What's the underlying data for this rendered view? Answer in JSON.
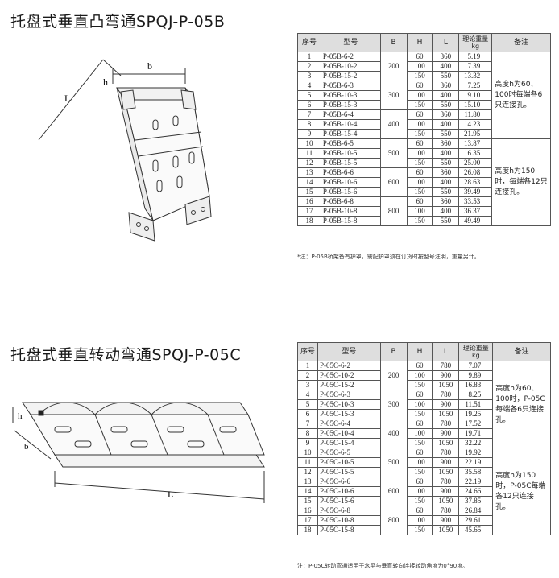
{
  "section1": {
    "title": "托盘式垂直凸弯通SPQJ-P-05B",
    "fig_labels": {
      "L": "L",
      "h": "h",
      "b": "b"
    },
    "headers": {
      "no": "序号",
      "model": "型号",
      "B": "B",
      "H": "H",
      "L": "L",
      "weight": "理论重量kg",
      "note": "备注"
    },
    "groups": [
      {
        "B": "200",
        "rows": [
          {
            "no": "1",
            "model": "P-05B-6-2",
            "H": "60",
            "L": "360",
            "w": "5.19"
          },
          {
            "no": "2",
            "model": "P-05B-10-2",
            "H": "100",
            "L": "400",
            "w": "7.39"
          },
          {
            "no": "3",
            "model": "P-05B-15-2",
            "H": "150",
            "L": "550",
            "w": "13.32"
          }
        ]
      },
      {
        "B": "300",
        "rows": [
          {
            "no": "4",
            "model": "P-05B-6-3",
            "H": "60",
            "L": "360",
            "w": "7.25"
          },
          {
            "no": "5",
            "model": "P-05B-10-3",
            "H": "100",
            "L": "400",
            "w": "9.10"
          },
          {
            "no": "6",
            "model": "P-05B-15-3",
            "H": "150",
            "L": "550",
            "w": "15.10"
          }
        ]
      },
      {
        "B": "400",
        "rows": [
          {
            "no": "7",
            "model": "P-05B-6-4",
            "H": "60",
            "L": "360",
            "w": "11.80"
          },
          {
            "no": "8",
            "model": "P-05B-10-4",
            "H": "100",
            "L": "400",
            "w": "14.23"
          },
          {
            "no": "9",
            "model": "P-05B-15-4",
            "H": "150",
            "L": "550",
            "w": "21.95"
          }
        ]
      },
      {
        "B": "500",
        "rows": [
          {
            "no": "10",
            "model": "P-05B-6-5",
            "H": "60",
            "L": "360",
            "w": "13.87"
          },
          {
            "no": "11",
            "model": "P-05B-10-5",
            "H": "100",
            "L": "400",
            "w": "16.35"
          },
          {
            "no": "12",
            "model": "P-05B-15-5",
            "H": "150",
            "L": "550",
            "w": "25.00"
          }
        ]
      },
      {
        "B": "600",
        "rows": [
          {
            "no": "13",
            "model": "P-05B-6-6",
            "H": "60",
            "L": "360",
            "w": "26.08"
          },
          {
            "no": "14",
            "model": "P-05B-10-6",
            "H": "100",
            "L": "400",
            "w": "28.63"
          },
          {
            "no": "15",
            "model": "P-05B-15-6",
            "H": "150",
            "L": "550",
            "w": "39.49"
          }
        ]
      },
      {
        "B": "800",
        "rows": [
          {
            "no": "16",
            "model": "P-05B-6-8",
            "H": "60",
            "L": "360",
            "w": "33.53"
          },
          {
            "no": "17",
            "model": "P-05B-10-8",
            "H": "100",
            "L": "400",
            "w": "36.37"
          },
          {
            "no": "18",
            "model": "P-05B-15-8",
            "H": "150",
            "L": "550",
            "w": "49.49"
          }
        ]
      }
    ],
    "note_a": "高度h为60、100时每端各6只连接孔。",
    "note_b": "高度h为150时，每端各12只连接孔。",
    "footnote": "*注：P-05B桥架备有护罩，需配护罩须在订货时按型号注明，重量另计。"
  },
  "section2": {
    "title": "托盘式垂直转动弯通SPQJ-P-05C",
    "fig_labels": {
      "L": "L",
      "h": "h",
      "b": "b"
    },
    "headers": {
      "no": "序号",
      "model": "型号",
      "B": "B",
      "H": "H",
      "L": "L",
      "weight": "理论重量kg",
      "note": "备注"
    },
    "groups": [
      {
        "B": "200",
        "rows": [
          {
            "no": "1",
            "model": "P-05C-6-2",
            "H": "60",
            "L": "780",
            "w": "7.07"
          },
          {
            "no": "2",
            "model": "P-05C-10-2",
            "H": "100",
            "L": "900",
            "w": "9.89"
          },
          {
            "no": "3",
            "model": "P-05C-15-2",
            "H": "150",
            "L": "1050",
            "w": "16.83"
          }
        ]
      },
      {
        "B": "300",
        "rows": [
          {
            "no": "4",
            "model": "P-05C-6-3",
            "H": "60",
            "L": "780",
            "w": "8.25"
          },
          {
            "no": "5",
            "model": "P-05C-10-3",
            "H": "100",
            "L": "900",
            "w": "11.51"
          },
          {
            "no": "6",
            "model": "P-05C-15-3",
            "H": "150",
            "L": "1050",
            "w": "19.25"
          }
        ]
      },
      {
        "B": "400",
        "rows": [
          {
            "no": "7",
            "model": "P-05C-6-4",
            "H": "60",
            "L": "780",
            "w": "17.52"
          },
          {
            "no": "8",
            "model": "P-05C-10-4",
            "H": "100",
            "L": "900",
            "w": "19.71"
          },
          {
            "no": "9",
            "model": "P-05C-15-4",
            "H": "150",
            "L": "1050",
            "w": "32.22"
          }
        ]
      },
      {
        "B": "500",
        "rows": [
          {
            "no": "10",
            "model": "P-05C-6-5",
            "H": "60",
            "L": "780",
            "w": "19.92"
          },
          {
            "no": "11",
            "model": "P-05C-10-5",
            "H": "100",
            "L": "900",
            "w": "22.19"
          },
          {
            "no": "12",
            "model": "P-05C-15-5",
            "H": "150",
            "L": "1050",
            "w": "35.58"
          }
        ]
      },
      {
        "B": "600",
        "rows": [
          {
            "no": "13",
            "model": "P-05C-6-6",
            "H": "60",
            "L": "780",
            "w": "22.19"
          },
          {
            "no": "14",
            "model": "P-05C-10-6",
            "H": "100",
            "L": "900",
            "w": "24.66"
          },
          {
            "no": "15",
            "model": "P-05C-15-6",
            "H": "150",
            "L": "1050",
            "w": "37.85"
          }
        ]
      },
      {
        "B": "800",
        "rows": [
          {
            "no": "16",
            "model": "P-05C-6-8",
            "H": "60",
            "L": "780",
            "w": "26.84"
          },
          {
            "no": "17",
            "model": "P-05C-10-8",
            "H": "100",
            "L": "900",
            "w": "29.61"
          },
          {
            "no": "18",
            "model": "P-05C-15-8",
            "H": "150",
            "L": "1050",
            "w": "45.65"
          }
        ]
      }
    ],
    "note_a": "高度h为60、100时，P-05C每端各6只连接孔。",
    "note_b": "高度h为150时，P-05C每端各12只连接孔。",
    "footnote": "注：P-05C转动弯通适用于水平与垂直转向连接转动角度为0°90度。"
  }
}
